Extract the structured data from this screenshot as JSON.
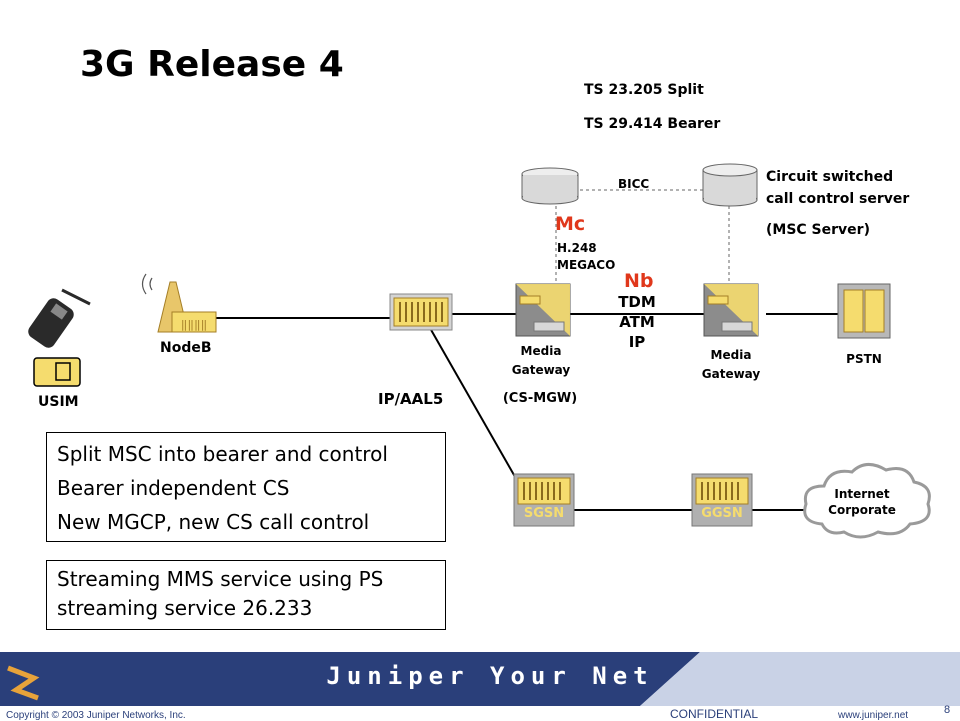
{
  "slide": {
    "title": "3G Release 4",
    "ts_split": "TS 23.205 Split",
    "ts_bearer": "TS 29.414 Bearer",
    "page_number": "8"
  },
  "diagram": {
    "bicc": "BICC",
    "cs_server_line1": "Circuit switched",
    "cs_server_line2": "call control server",
    "cs_server_line3": "(MSC Server)",
    "mc": "Mc",
    "h248": "H.248",
    "megaco": "MEGACO",
    "nb": "Nb",
    "tdm": "TDM",
    "atm": "ATM",
    "ip": "IP",
    "nodeb": "NodeB",
    "usim": "USIM",
    "mgw1_line1": "Media",
    "mgw1_line2": "Gateway",
    "csmgw": "(CS-MGW)",
    "mgw2_line1": "Media",
    "mgw2_line2": "Gateway",
    "pstn": "PSTN",
    "ip_aal5": "IP/AAL5",
    "sgsn": "SGSN",
    "ggsn": "GGSN",
    "internet_line1": "Internet",
    "internet_line2": "Corporate"
  },
  "boxes": {
    "box1_lines": [
      "Split MSC into bearer and control",
      "Bearer independent CS",
      "New MGCP, new CS call control"
    ],
    "box2_lines": [
      "Streaming MMS service using PS",
      "streaming service  26.233"
    ]
  },
  "footer": {
    "copyright": "Copyright © 2003 Juniper Networks, Inc.",
    "confidential": "CONFIDENTIAL",
    "url": "www.juniper.net",
    "brand": "Juniper Your Net"
  },
  "colors": {
    "accent_red": "#e0371b",
    "device_yellow": "#f5dc6e",
    "device_gray": "#8c8c8c",
    "footer_blue": "#2a3f7a"
  }
}
